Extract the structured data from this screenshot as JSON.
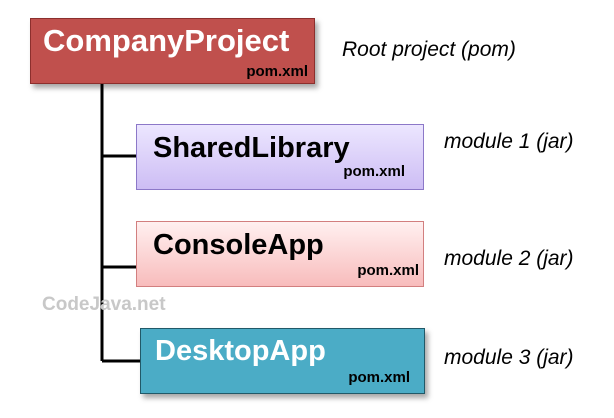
{
  "root": {
    "name": "CompanyProject",
    "file": "pom.xml",
    "description": "Root project (pom)",
    "color": "#c0504d"
  },
  "modules": [
    {
      "name": "SharedLibrary",
      "file": "pom.xml",
      "description": "module 1 (jar)",
      "color": "#cdbdf4"
    },
    {
      "name": "ConsoleApp",
      "file": "pom.xml",
      "description": "module 2 (jar)",
      "color": "#f8bcbc"
    },
    {
      "name": "DesktopApp",
      "file": "pom.xml",
      "description": "module 3 (jar)",
      "color": "#4bacc6"
    }
  ],
  "watermark": "CodeJava.net"
}
